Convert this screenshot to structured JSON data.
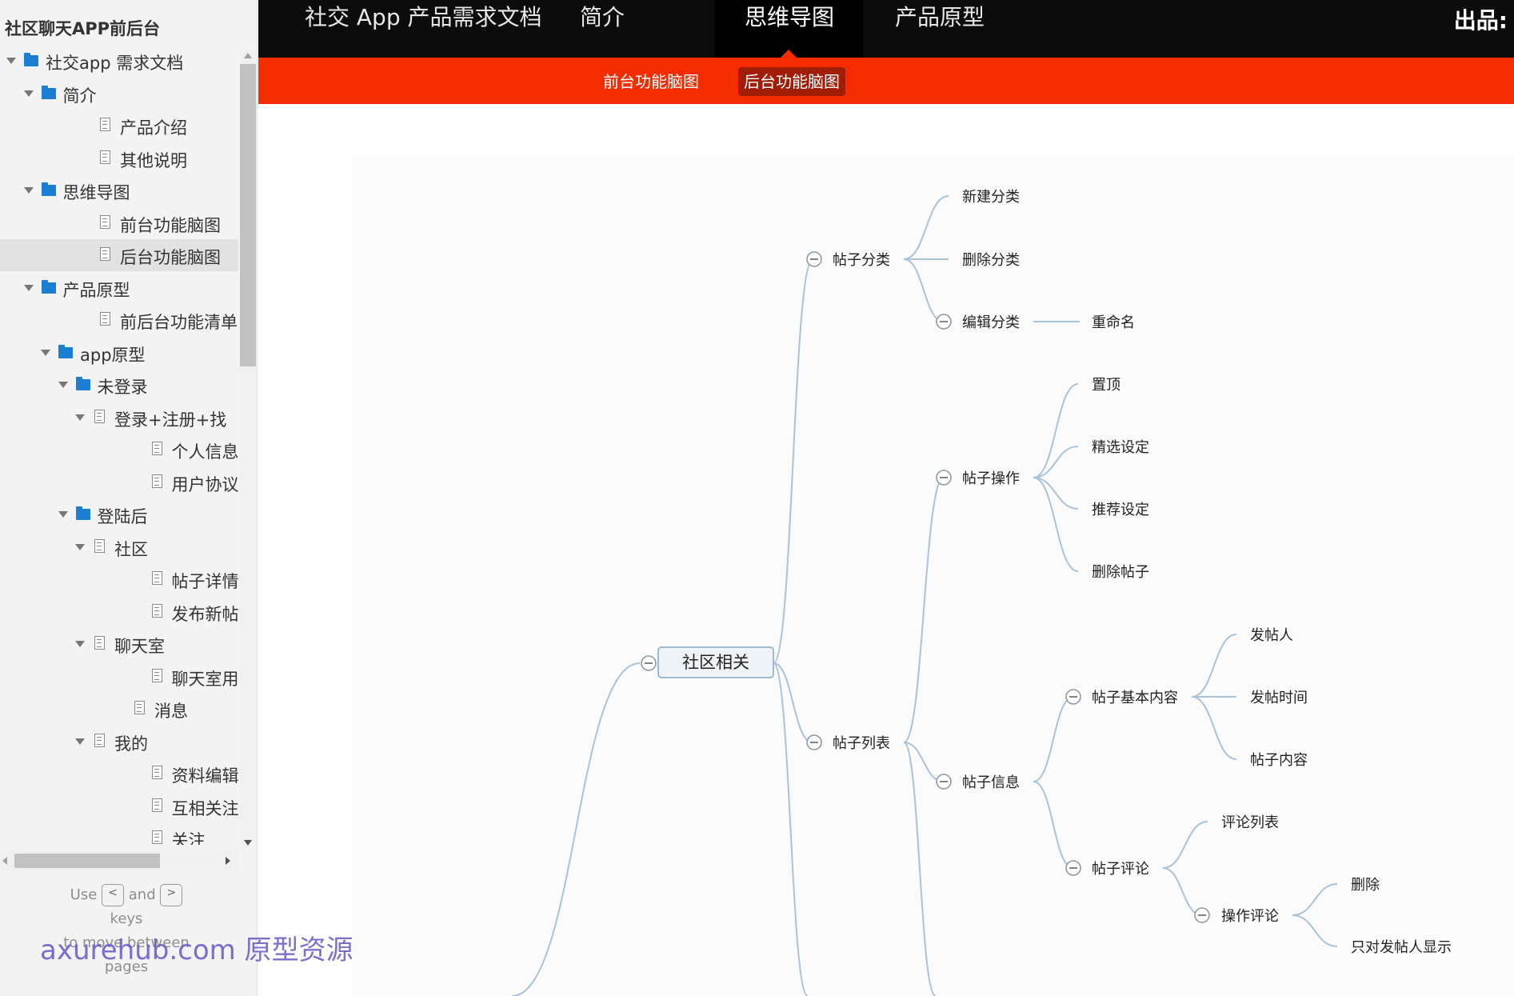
{
  "sidebar": {
    "title": "社区聊天APP前后台",
    "items": [
      {
        "label": "社交app 需求文档",
        "type": "folder",
        "depth": 0,
        "expanded": true
      },
      {
        "label": "简介",
        "type": "folder",
        "depth": 1,
        "expanded": true
      },
      {
        "label": "产品介绍",
        "type": "page",
        "depth": 2
      },
      {
        "label": "其他说明",
        "type": "page",
        "depth": 2
      },
      {
        "label": "思维导图",
        "type": "folder",
        "depth": 1,
        "expanded": true
      },
      {
        "label": "前台功能脑图",
        "type": "page",
        "depth": 2
      },
      {
        "label": "后台功能脑图",
        "type": "page",
        "depth": 2,
        "selected": true
      },
      {
        "label": "产品原型",
        "type": "folder",
        "depth": 1,
        "expanded": true
      },
      {
        "label": "前后台功能清单",
        "type": "page",
        "depth": 2
      },
      {
        "label": "app原型",
        "type": "folder",
        "depth": 2,
        "expanded": true
      },
      {
        "label": "未登录",
        "type": "folder",
        "depth": 3,
        "expanded": true
      },
      {
        "label": "登录+注册+找",
        "type": "page",
        "depth": 4,
        "expanded": true
      },
      {
        "label": "个人信息完善",
        "type": "page",
        "depth": 5
      },
      {
        "label": "用户协议页",
        "type": "page",
        "depth": 5
      },
      {
        "label": "登陆后",
        "type": "folder",
        "depth": 3,
        "expanded": true
      },
      {
        "label": "社区",
        "type": "page",
        "depth": 4,
        "expanded": true
      },
      {
        "label": "帖子详情",
        "type": "page",
        "depth": 5
      },
      {
        "label": "发布新帖",
        "type": "page",
        "depth": 5
      },
      {
        "label": "聊天室",
        "type": "page",
        "depth": 4,
        "expanded": true
      },
      {
        "label": "聊天室用户设置",
        "type": "page",
        "depth": 5
      },
      {
        "label": "消息",
        "type": "page",
        "depth": 4
      },
      {
        "label": "我的",
        "type": "page",
        "depth": 4,
        "expanded": true
      },
      {
        "label": "资料编辑",
        "type": "page",
        "depth": 5
      },
      {
        "label": "互相关注",
        "type": "page",
        "depth": 5
      },
      {
        "label": "关注",
        "type": "page",
        "depth": 5
      }
    ],
    "hint": {
      "use": "Use",
      "and": "and",
      "keys": "keys",
      "rest": "to move between",
      "pages": "pages",
      "prev_key": "<",
      "next_key": ">"
    }
  },
  "watermark": "axurehub.com 原型资源站",
  "topbar": {
    "items": [
      "社交 App 产品需求文档",
      "简介",
      "思维导图",
      "产品原型"
    ],
    "active_index": 2,
    "right_label": "出品:"
  },
  "subbar": {
    "items": [
      "前台功能脑图",
      "后台功能脑图"
    ],
    "active_index": 1
  },
  "colors": {
    "accent": "#f42c00",
    "topbar": "#0c0c0c",
    "line": "#a9c3d9",
    "folder": "#1a7fd3"
  },
  "mindmap": {
    "root": "社区相关",
    "nodes": {
      "n_fenlei": "帖子分类",
      "n_xinjian": "新建分类",
      "n_shanchu_fl": "删除分类",
      "n_bianji": "编辑分类",
      "n_chongming": "重命名",
      "n_liebiao": "帖子列表",
      "n_caozuo": "帖子操作",
      "n_zhiding": "置顶",
      "n_jingxuan": "精选设定",
      "n_tuijian": "推荐设定",
      "n_shantie": "删除帖子",
      "n_xinxi": "帖子信息",
      "n_jiben": "帖子基本内容",
      "n_fatieren": "发帖人",
      "n_shijian": "发帖时间",
      "n_neirong": "帖子内容",
      "n_pinglun": "帖子评论",
      "n_pllb": "评论列表",
      "n_czpl": "操作评论",
      "n_shanchu": "删除",
      "n_zhidui": "只对发帖人显示"
    }
  }
}
